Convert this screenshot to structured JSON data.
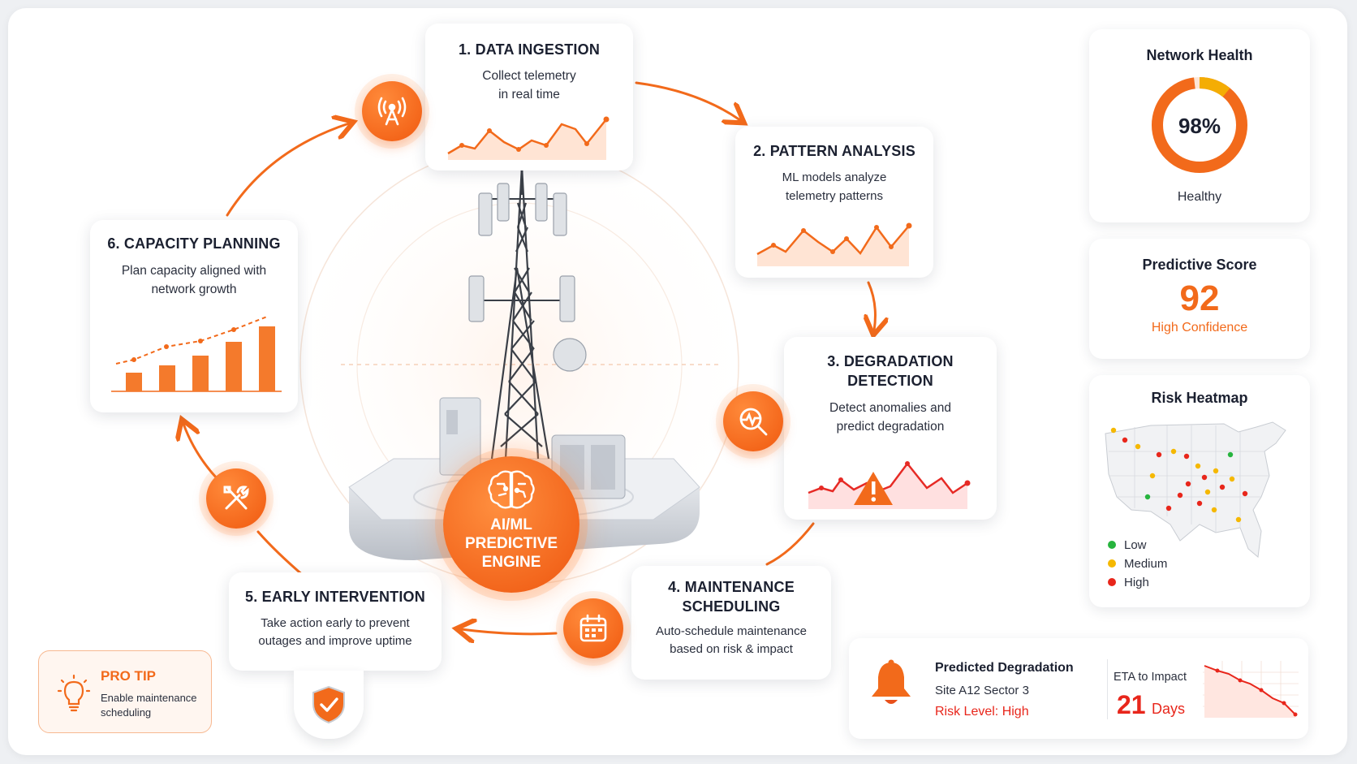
{
  "steps": [
    {
      "title": "1. DATA INGESTION",
      "desc_line1": "Collect telemetry",
      "desc_line2": "in real time"
    },
    {
      "title": "2. PATTERN ANALYSIS",
      "desc_line1": "ML models analyze",
      "desc_line2": "telemetry patterns"
    },
    {
      "title_line1": "3. DEGRADATION",
      "title_line2": "DETECTION",
      "desc_line1": "Detect anomalies and",
      "desc_line2": "predict degradation"
    },
    {
      "title_line1": "4. MAINTENANCE",
      "title_line2": "SCHEDULING",
      "desc_line1": "Auto-schedule maintenance",
      "desc_line2": "based on risk & impact"
    },
    {
      "title": "5. EARLY INTERVENTION",
      "desc_line1": "Take action early to prevent",
      "desc_line2": "outages and improve uptime"
    },
    {
      "title": "6. CAPACITY PLANNING",
      "desc_line1": "Plan capacity aligned with",
      "desc_line2": "network growth"
    }
  ],
  "engine": {
    "line1": "AI/ML",
    "line2": "PREDICTIVE",
    "line3": "ENGINE"
  },
  "health": {
    "title": "Network Health",
    "value_label": "98%",
    "value": 98,
    "status": "Healthy"
  },
  "score": {
    "title": "Predictive Score",
    "value": "92",
    "confidence": "High Confidence"
  },
  "heatmap": {
    "title": "Risk Heatmap",
    "legend": [
      {
        "label": "Low",
        "color": "#27b43e"
      },
      {
        "label": "Medium",
        "color": "#f5b800"
      },
      {
        "label": "High",
        "color": "#e8261b"
      }
    ]
  },
  "tip": {
    "title": "PRO TIP",
    "line1": "Enable maintenance",
    "line2": "scheduling"
  },
  "alert": {
    "title": "Predicted Degradation",
    "site": "Site A12 Sector 3",
    "risk": "Risk Level: High",
    "eta_label": "ETA to Impact",
    "eta_value": "21",
    "eta_unit": "Days"
  },
  "colors": {
    "accent": "#f26a1b",
    "accent_dark": "#e8501a",
    "danger": "#e8261b",
    "text": "#1d2233"
  },
  "icons": {
    "step1": "antenna-tower-icon",
    "step3": "magnify-pulse-icon",
    "step4": "calendar-icon",
    "step5": "shield-check-icon",
    "step6": "tools-icon",
    "engine": "brain-circuit-icon",
    "tip": "lightbulb-icon",
    "alert": "bell-icon"
  }
}
